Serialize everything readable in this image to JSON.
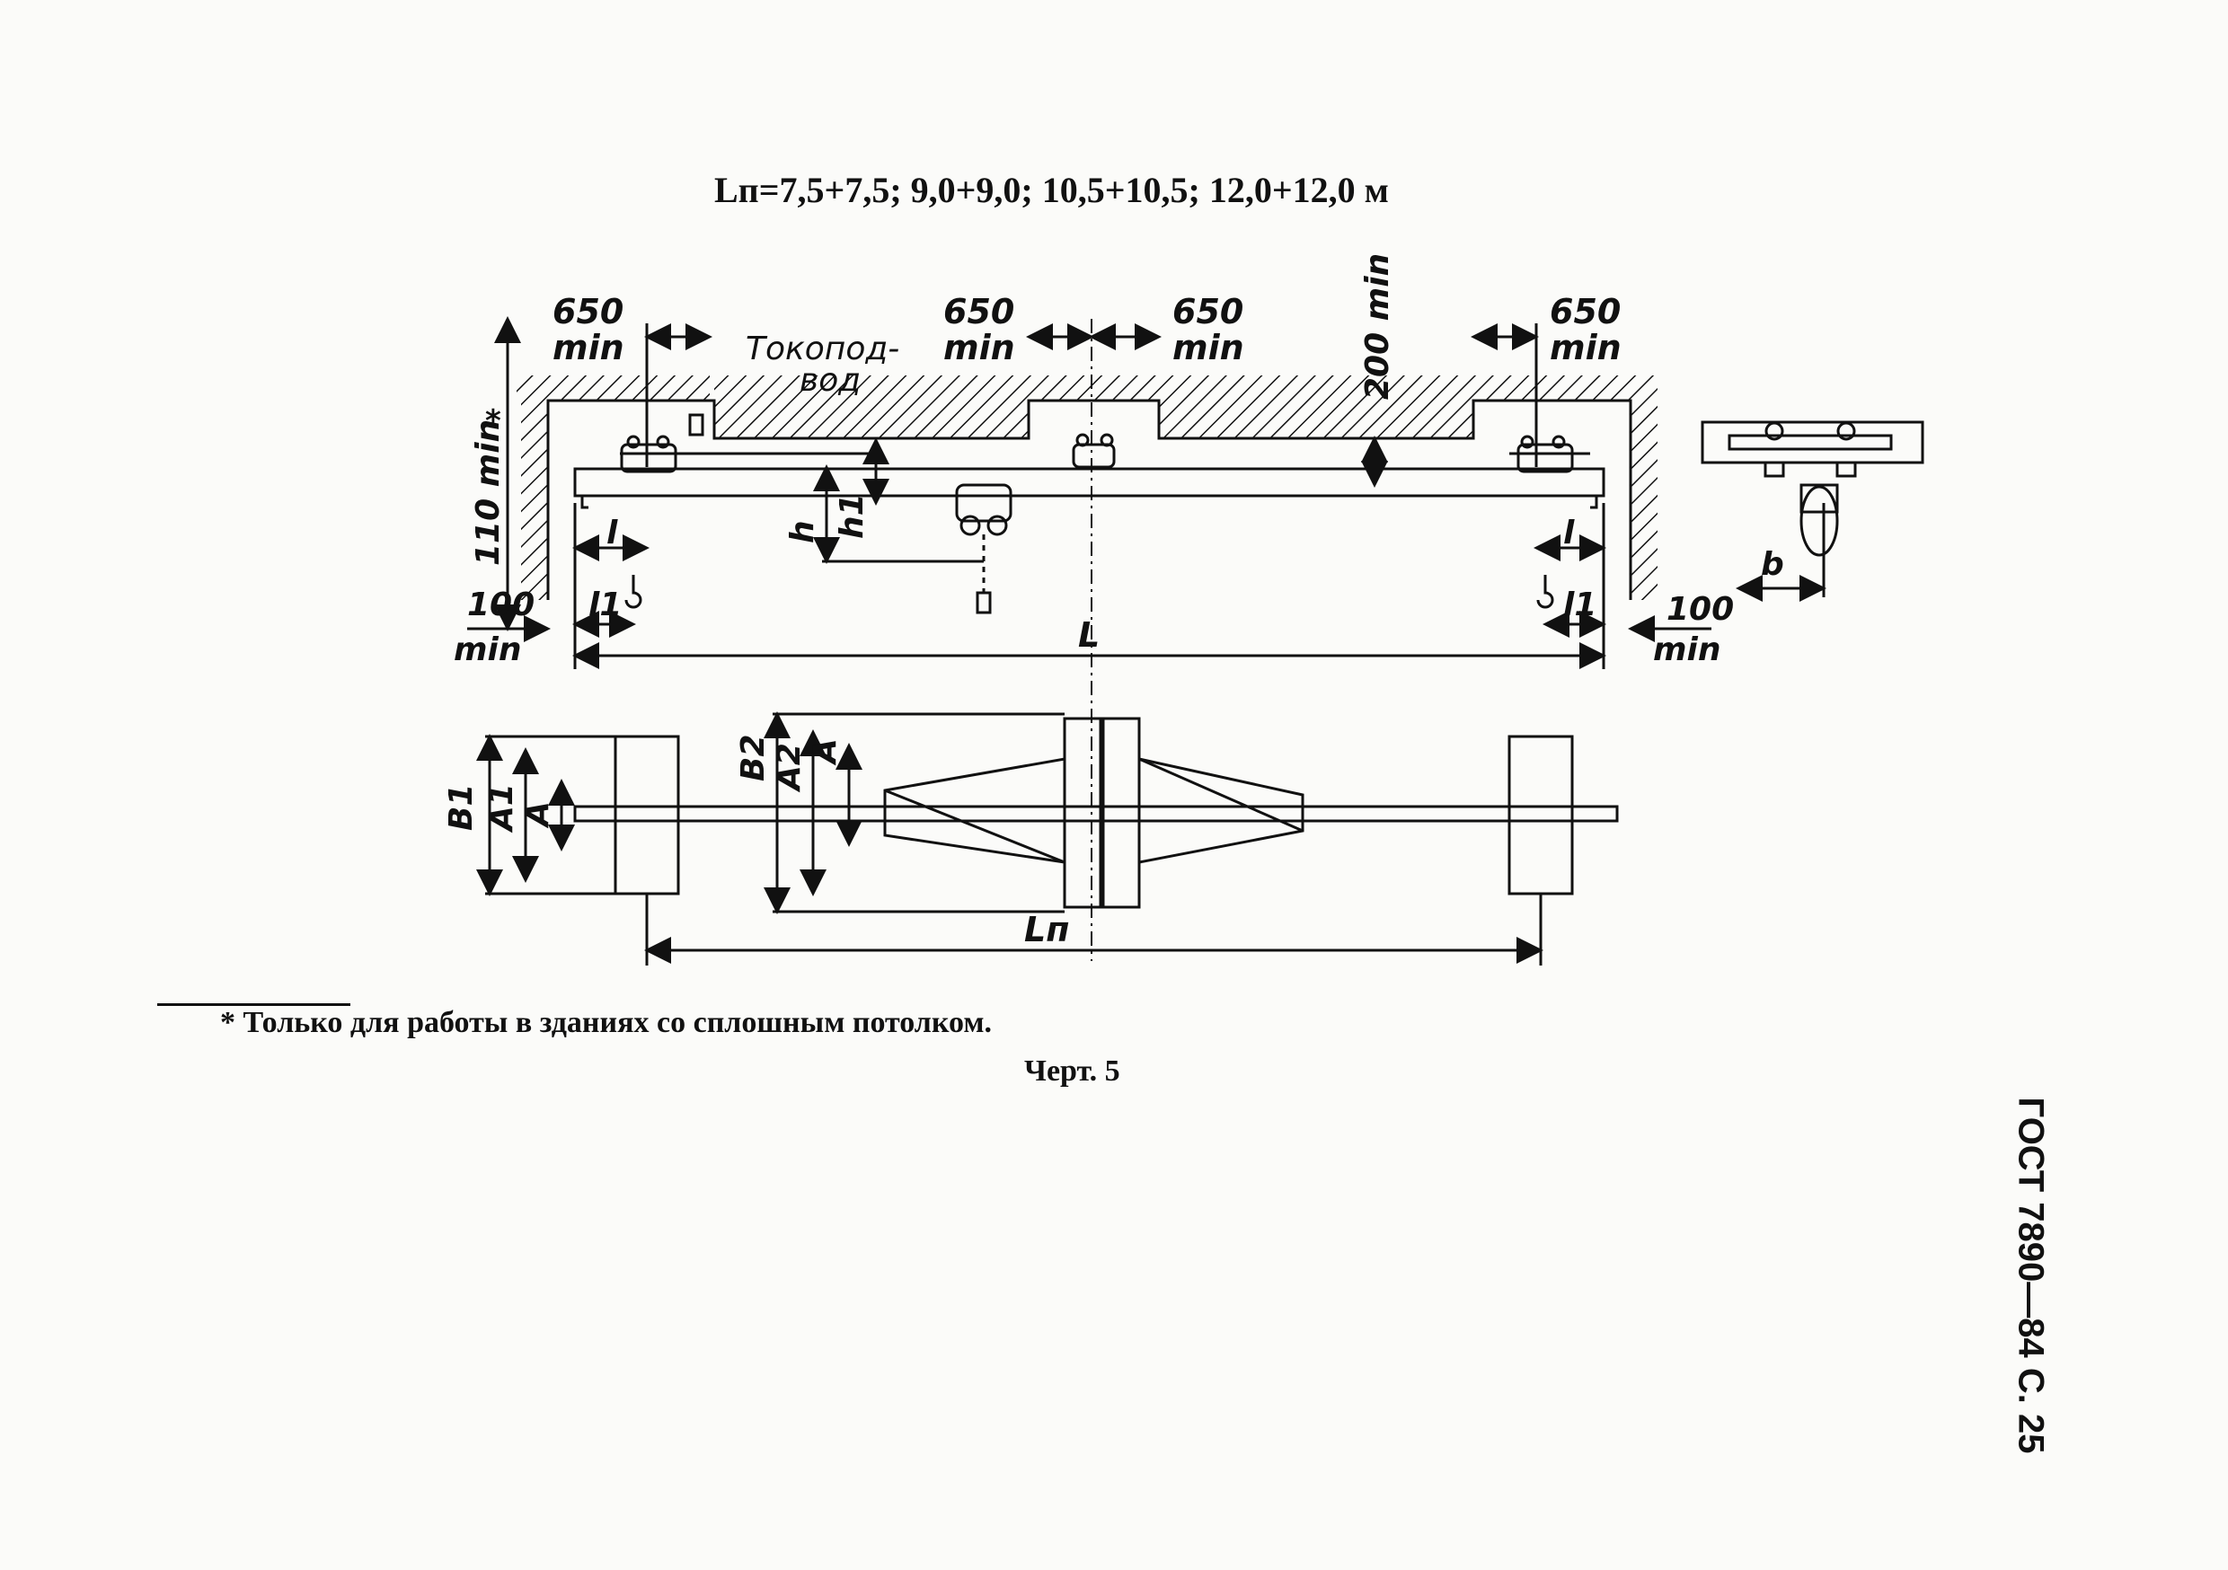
{
  "heading": "Lп=7,5+7,5; 9,0+9,0; 10,5+10,5; 12,0+12,0 м",
  "drawing": {
    "labels": {
      "dim_650_1": "650",
      "dim_650_2": "650",
      "dim_650_3": "650",
      "dim_650_4": "650",
      "min": "min",
      "current_lead": "Токопод-",
      "current_lead_2": "вод",
      "dim_200min": "200 min",
      "dim_110min": "110 min",
      "asterisk": "*",
      "dim_100": "100",
      "dim_100_right": "100",
      "l": "l",
      "l1": "l1",
      "h": "h",
      "h1": "h1",
      "L": "L",
      "b": "b",
      "B1": "B1",
      "A1": "A1",
      "A": "A",
      "B2": "B2",
      "A2": "A2",
      "Ln": "Lп"
    }
  },
  "footnote": "* Только для работы в зданиях со сплошным потолком.",
  "caption": "Черт. 5",
  "side_label": "ГОСТ 7890—84 С. 25"
}
